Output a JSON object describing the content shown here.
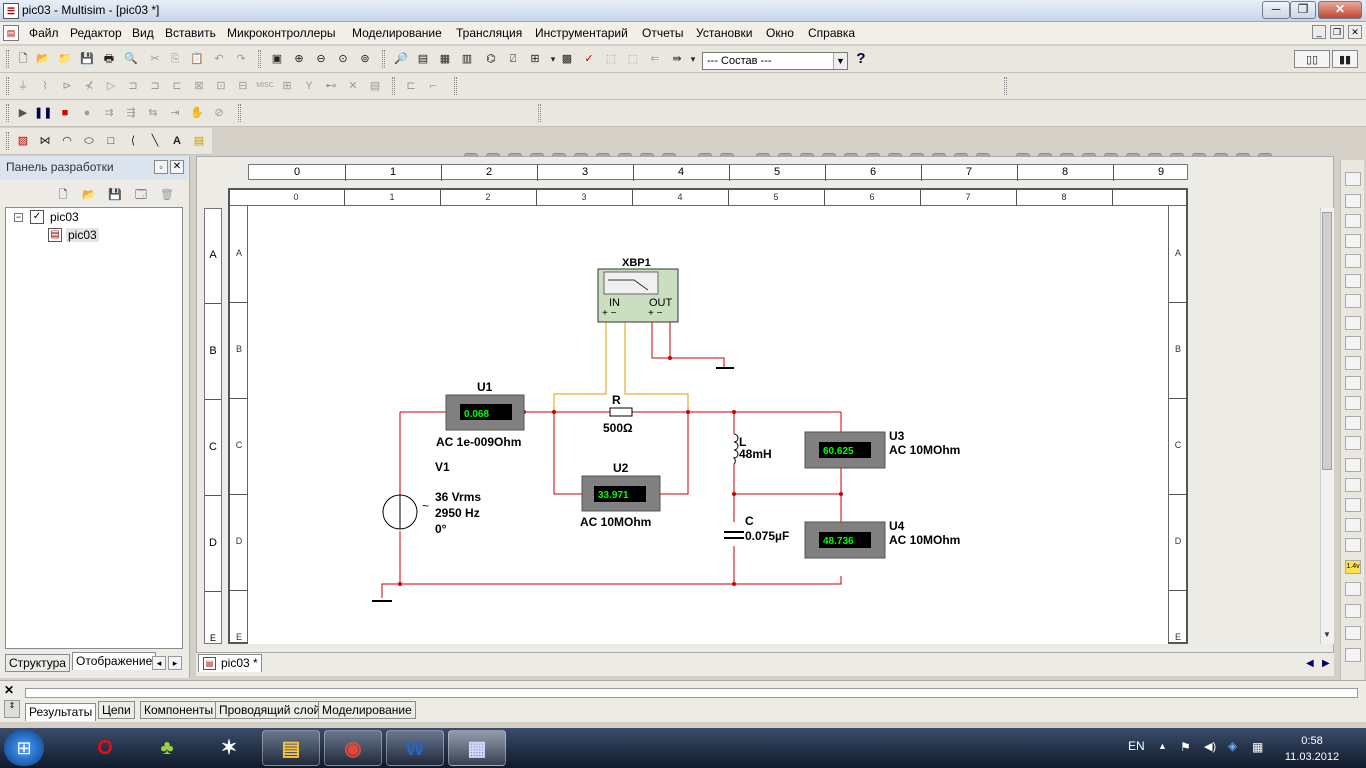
{
  "window": {
    "title": "pic03 - Multisim - [pic03 *]",
    "minimize": "─",
    "restore": "❐",
    "close": "✕"
  },
  "menu": [
    "Файл",
    "Редактор",
    "Вид",
    "Вставить",
    "Микроконтроллеры",
    "Моделирование",
    "Трансляция",
    "Инструментарий",
    "Отчеты",
    "Установки",
    "Окно",
    "Справка"
  ],
  "toolbar": {
    "component_select": "--- Состав ---",
    "help": "?",
    "mdi_min": "_",
    "mdi_restore": "❐",
    "mdi_close": "✕",
    "misc_label": "MISC"
  },
  "design_panel": {
    "title": "Панель разработки",
    "tree": {
      "root": "pic03",
      "child": "pic03"
    },
    "tabs": [
      "Структура",
      "Отображение"
    ]
  },
  "document_tab": "pic03 *",
  "ruler": {
    "columns": [
      "0",
      "1",
      "2",
      "3",
      "4",
      "5",
      "6",
      "7",
      "8",
      "9"
    ],
    "rows": [
      "A",
      "B",
      "C",
      "D",
      "E"
    ]
  },
  "circuit": {
    "bode": {
      "name": "XBP1",
      "in": "IN",
      "out": "OUT",
      "in_pins": "+   −",
      "out_pins": "+   −"
    },
    "u1": {
      "name": "U1",
      "reading": "0.068",
      "spec": "AC  1e-009Ohm"
    },
    "u2": {
      "name": "U2",
      "reading": "33.971",
      "spec": "AC  10MOhm"
    },
    "u3": {
      "name": "U3",
      "reading": "60.625",
      "spec": "AC  10MOhm"
    },
    "u4": {
      "name": "U4",
      "reading": "48.736",
      "spec": "AC  10MOhm"
    },
    "r": {
      "name": "R",
      "value": "500Ω"
    },
    "l": {
      "name": "L",
      "value": "48mH"
    },
    "c": {
      "name": "C",
      "value": "0.075µF"
    },
    "v1": {
      "name": "V1",
      "vrms": "36 Vrms",
      "freq": "2950 Hz",
      "phase": "0°"
    },
    "ac_mark": "~"
  },
  "spreadsheet": {
    "close": "✕",
    "tabs": [
      "Результаты",
      "Цепи",
      "Компоненты",
      "Проводящий слой",
      "Моделирование"
    ]
  },
  "taskbar": {
    "lang": "EN",
    "time": "0:58",
    "date": "11.03.2012",
    "apps": [
      "start",
      "opera",
      "plant-app",
      "fox-app",
      "explorer",
      "chrome",
      "word",
      "multisim"
    ],
    "app_labels": {
      "start": "⊞",
      "opera": "O",
      "plant": "♣",
      "fox": "✶",
      "explorer": "▤",
      "chrome": "◉",
      "word": "W",
      "multisim": "▦"
    },
    "tray_icons": {
      "up": "▲",
      "volume": "◀)",
      "network": "▦",
      "flag": "⚑",
      "dropbox": "◈"
    }
  },
  "right_toolbar": {
    "badge": "1.4v",
    "arrow_up": "▲",
    "arrow_down": "▼",
    "left": "◀",
    "right": "▶"
  },
  "colors": {
    "wire": "#cc0000",
    "probe_wire": "#d9a000",
    "meter_display": "#00ff00",
    "meter_body": "#808080",
    "bode_body": "#c9dfbf"
  }
}
